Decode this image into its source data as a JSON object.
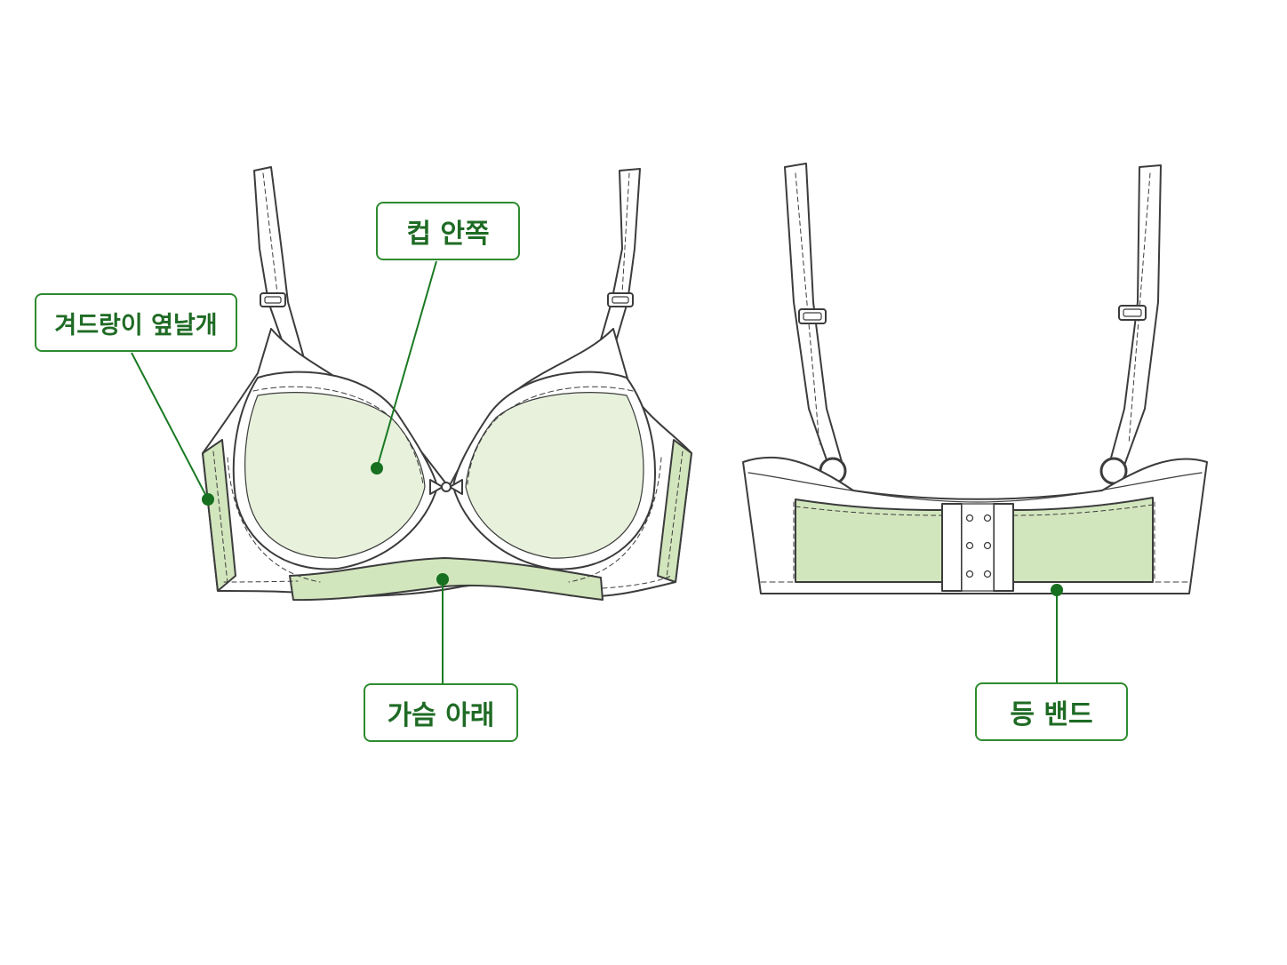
{
  "labels": {
    "side_wing": "겨드랑이 옆날개",
    "cup_inner": "컵 안쪽",
    "under_bust": "가슴 아래",
    "back_band": "등 밴드"
  },
  "colors": {
    "outline": "#3c3c3c",
    "fabric": "#ffffff",
    "highlight_fill": "#d2e6bd",
    "cup_fill": "#e7f1dc",
    "label_border": "#2e8b2e",
    "label_text": "#1f6b25",
    "leader_line": "#1a7a24",
    "leader_dot": "#17701f"
  },
  "figures": {
    "front": "front-view-bra",
    "back": "back-view-bra"
  }
}
